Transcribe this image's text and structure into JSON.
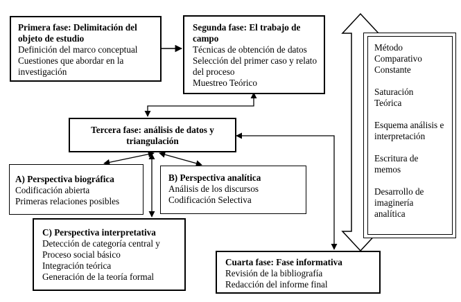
{
  "phase1": {
    "title": "Primera fase: Delimitación del objeto de estudio",
    "lines": [
      "Definición del marco conceptual",
      "Cuestiones que abordar en la investigación"
    ]
  },
  "phase2": {
    "title": "Segunda fase: El trabajo de campo",
    "lines": [
      "Técnicas de obtención de datos",
      "Selección del primer caso y relato del proceso",
      "Muestreo Teórico"
    ]
  },
  "phase3": {
    "title": "Tercera fase: análisis de datos y triangulación"
  },
  "biografica": {
    "title": "A)   Perspectiva biográfica",
    "lines": [
      "Codificación abierta",
      "Primeras relaciones posibles"
    ]
  },
  "analitica": {
    "title": "B) Perspectiva analítica",
    "lines": [
      "Análisis de los discursos",
      "Codificación Selectiva"
    ]
  },
  "interpretativa": {
    "title": "C) Perspectiva interpretativa",
    "lines": [
      "Detección de categoría central y",
      "Proceso social básico",
      "Integración teórica",
      "Generación de la teoría formal"
    ]
  },
  "phase4": {
    "title": "Cuarta fase: Fase informativa",
    "lines": [
      "Revisión de la bibliografía",
      "Redacción del informe final"
    ]
  },
  "method": {
    "items": [
      "Método Comparativo Constante",
      "Saturación Teórica",
      "Esquema análisis e interpretación",
      "Escritura de memos",
      "Desarrollo de imaginería analítica"
    ]
  }
}
